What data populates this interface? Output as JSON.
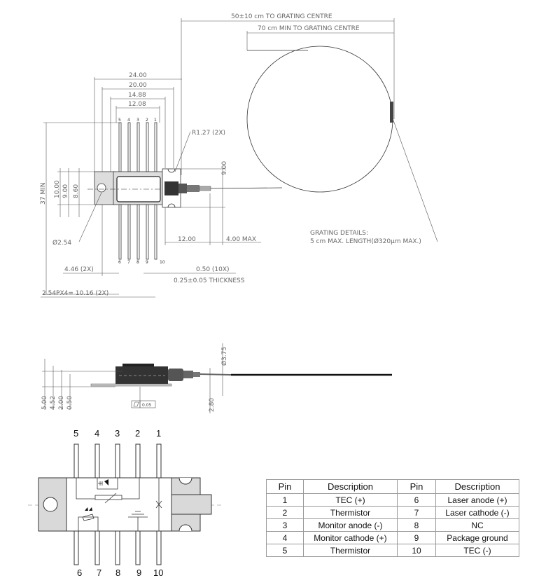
{
  "top_view": {
    "fiber_length_1": "50±10 cm TO GRATING CENTRE",
    "fiber_length_2": "70 cm MIN TO GRATING CENTRE",
    "dim_24": "24.00",
    "dim_20": "20.00",
    "dim_1488": "14.88",
    "dim_1208": "12.08",
    "radius": "R1.27 (2X)",
    "dim_37": "37 MIN",
    "dim_10": "10.00",
    "dim_9": "9.00",
    "dim_86": "8.60",
    "dim_9_right": "9.00",
    "dim_12": "12.00",
    "dim_4max": "4.00 MAX",
    "hole": "Ø2.54",
    "dim_446": "4.46 (2X)",
    "dim_050": "0.50 (10X)",
    "thickness": "0.25±0.05 THICKNESS",
    "pitch": "2.54PX4= 10.16 (2X)",
    "grating_title": "GRATING DETAILS:",
    "grating_detail": "5 cm MAX. LENGTH(Ø320µm MAX.)",
    "top_pins": [
      "5",
      "4",
      "3",
      "2",
      "1"
    ],
    "bottom_pins": [
      "6",
      "7",
      "8",
      "9",
      "10"
    ]
  },
  "side_view": {
    "dim_5": "5.00",
    "dim_452": "4.52",
    "dim_2": "2.00",
    "dim_05": "0.50",
    "dim_280": "2.80",
    "dim_375": "Ø3.75",
    "flatness": "0.05"
  },
  "schematic": {
    "top_pins": [
      "5",
      "4",
      "3",
      "2",
      "1"
    ],
    "bottom_pins": [
      "6",
      "7",
      "8",
      "9",
      "10"
    ]
  },
  "pin_table": {
    "headers": [
      "Pin",
      "Description",
      "Pin",
      "Description"
    ],
    "rows": [
      [
        "1",
        "TEC (+)",
        "6",
        "Laser anode (+)"
      ],
      [
        "2",
        "Thermistor",
        "7",
        "Laser cathode (-)"
      ],
      [
        "3",
        "Monitor anode (-)",
        "8",
        "NC"
      ],
      [
        "4",
        "Monitor cathode (+)",
        "9",
        "Package ground"
      ],
      [
        "5",
        "Thermistor",
        "10",
        "TEC (-)"
      ]
    ]
  }
}
